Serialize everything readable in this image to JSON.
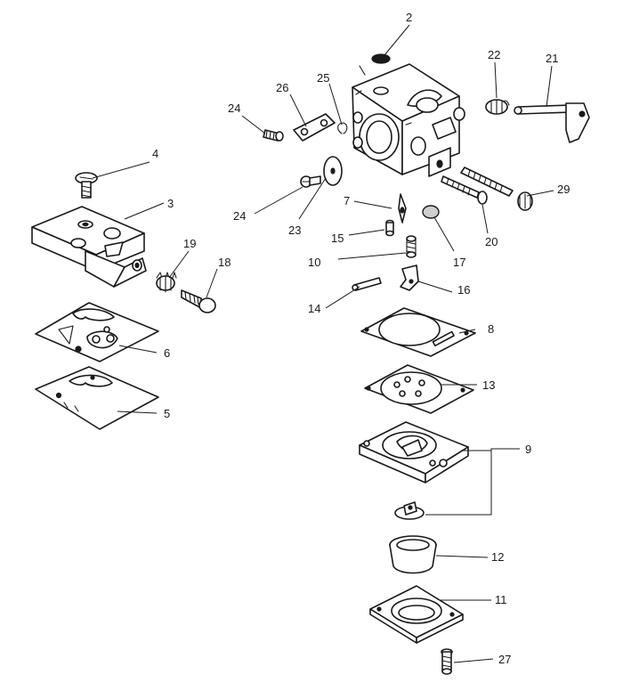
{
  "diagram": {
    "callouts": {
      "c2": "2",
      "c3": "3",
      "c4": "4",
      "c5": "5",
      "c6": "6",
      "c7": "7",
      "c8": "8",
      "c9": "9",
      "c10": "10",
      "c11": "11",
      "c12": "12",
      "c13": "13",
      "c14": "14",
      "c15": "15",
      "c16": "16",
      "c17": "17",
      "c18": "18",
      "c19": "19",
      "c20": "20",
      "c21": "21",
      "c22": "22",
      "c23": "23",
      "c24a": "24",
      "c24b": "24",
      "c25": "25",
      "c26": "26",
      "c27": "27",
      "c29": "29"
    }
  }
}
